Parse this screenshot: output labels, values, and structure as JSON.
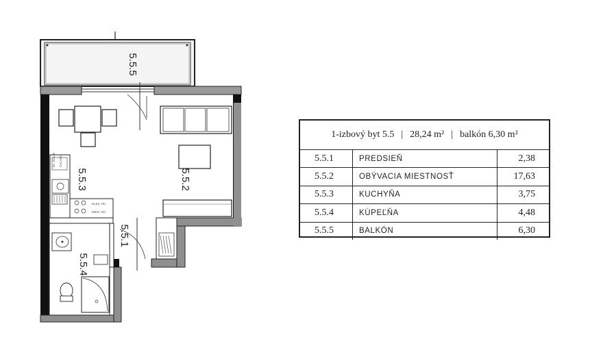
{
  "plan": {
    "rooms": [
      {
        "id": "5.5.1"
      },
      {
        "id": "5.5.2"
      },
      {
        "id": "5.5.3"
      },
      {
        "id": "5.5.4"
      },
      {
        "id": "5.5.5"
      }
    ],
    "kitchen_small_labels": [
      "EL. KOLÍK",
      "CHLADN.",
      "ELEK. RÚ",
      "MIKR. RÚ"
    ]
  },
  "table": {
    "header": {
      "unit": "1-izbový byt 5.5",
      "separator": "|",
      "total_area": "28,24 m²",
      "balcony": "balkón 6,30 m²"
    },
    "rows": [
      {
        "id": "5.5.1",
        "name": "PREDSIEŇ",
        "area": "2,38"
      },
      {
        "id": "5.5.2",
        "name": "OBÝVACIA MIESTNOSŤ",
        "area": "17,63"
      },
      {
        "id": "5.5.3",
        "name": "KUCHYŇA",
        "area": "3,75"
      },
      {
        "id": "5.5.4",
        "name": "KÚPEĽŇA",
        "area": "4,48"
      },
      {
        "id": "5.5.5",
        "name": "BALKÓN",
        "area": "6,30"
      }
    ]
  }
}
